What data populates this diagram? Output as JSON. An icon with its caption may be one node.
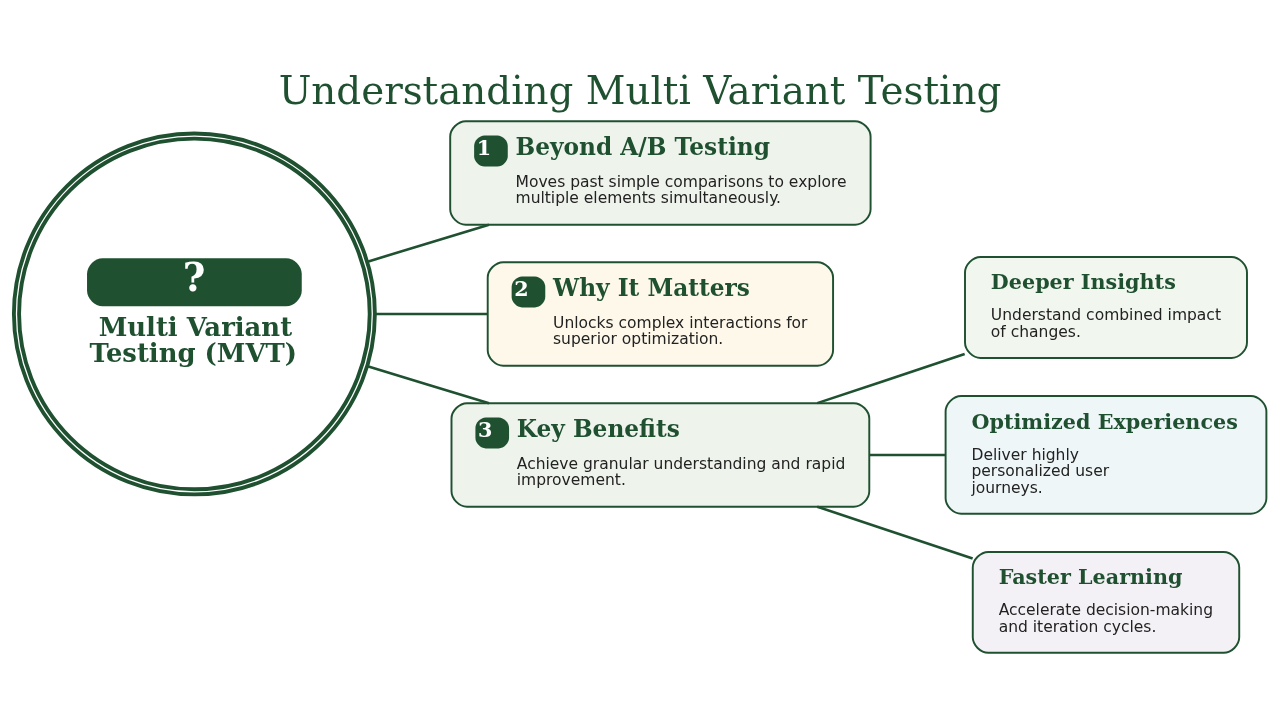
{
  "diagram": {
    "title": "Understanding Multi Variant Testing",
    "nodes": [
      {
        "text": [
          "?",
          "Multi Variant Testing (MVT)"
        ]
      },
      {
        "text": [
          "1",
          "Beyond A/B Testing",
          "Moves past simple comparisons to explore multiple elements simultaneously."
        ]
      },
      {
        "text": [
          "2",
          "Why It Matters",
          "Unlocks complex interactions for superior optimization."
        ]
      },
      {
        "text": [
          "3",
          "Key Benefits",
          "Achieve granular understanding and rapid improvement."
        ]
      },
      {
        "text": [
          "Deeper Insights",
          "Understand combined impact of changes."
        ]
      },
      {
        "text": [
          "Optimized Experiences",
          "Deliver highly personalized user journeys."
        ]
      },
      {
        "text": [
          "Faster Learning",
          "Accelerate decision-making and iteration cycles."
        ]
      }
    ],
    "edges": [
      {
        "from": 0,
        "to": 1,
        "arrow": "none"
      },
      {
        "from": 0,
        "to": 2,
        "arrow": "none"
      },
      {
        "from": 0,
        "to": 3,
        "arrow": "none"
      },
      {
        "from": 3,
        "to": 4,
        "arrow": "none"
      },
      {
        "from": 3,
        "to": 5,
        "arrow": "none"
      },
      {
        "from": 3,
        "to": 6,
        "arrow": "none"
      }
    ]
  }
}
